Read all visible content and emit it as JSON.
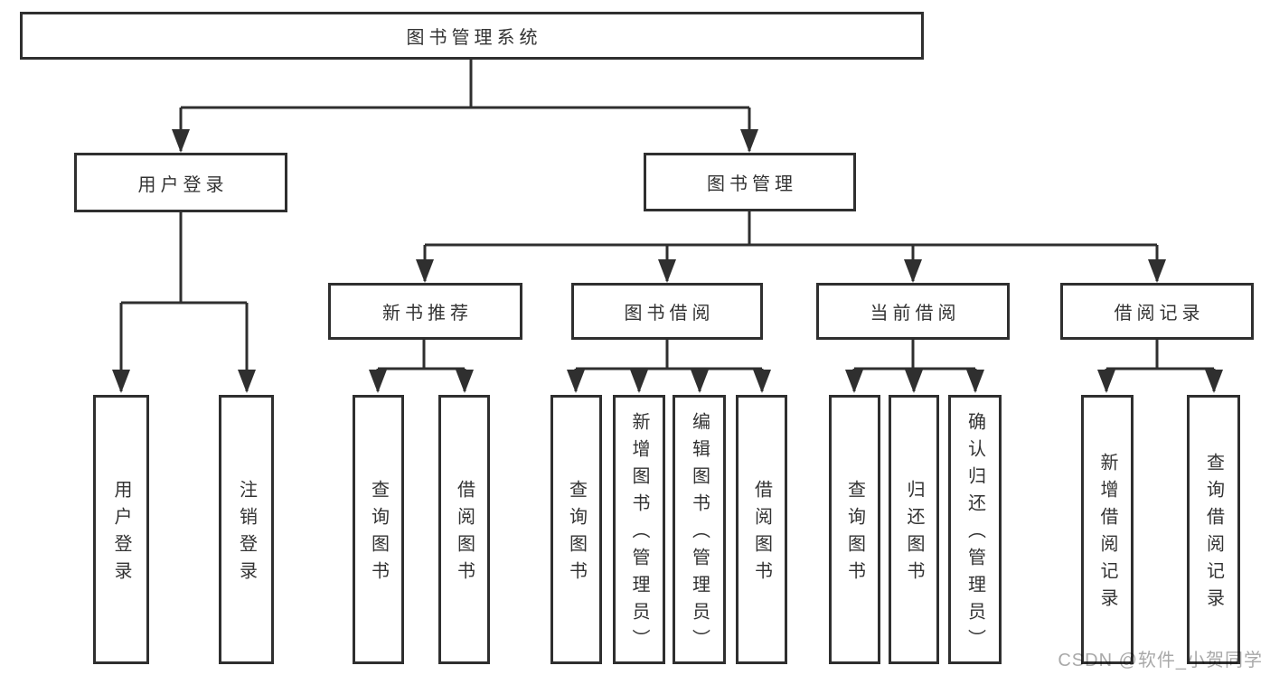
{
  "diagram": {
    "title": "图书管理系统",
    "branches": [
      {
        "label": "用户登录",
        "children": [
          {
            "label": "用户登录"
          },
          {
            "label": "注销登录"
          }
        ]
      },
      {
        "label": "图书管理",
        "children": [
          {
            "label": "新书推荐",
            "children": [
              {
                "label": "查询图书"
              },
              {
                "label": "借阅图书"
              }
            ]
          },
          {
            "label": "图书借阅",
            "children": [
              {
                "label": "查询图书"
              },
              {
                "label": "新增图书（管理员）"
              },
              {
                "label": "编辑图书（管理员）"
              },
              {
                "label": "借阅图书"
              }
            ]
          },
          {
            "label": "当前借阅",
            "children": [
              {
                "label": "查询图书"
              },
              {
                "label": "归还图书"
              },
              {
                "label": "确认归还（管理员）"
              }
            ]
          },
          {
            "label": "借阅记录",
            "children": [
              {
                "label": "新增借阅记录"
              },
              {
                "label": "查询借阅记录"
              }
            ]
          }
        ]
      }
    ]
  },
  "watermark": {
    "text": "CSDN @软件_小贺同学"
  },
  "colors": {
    "line": "#2f2f2f",
    "box_border": "#2f2f2f",
    "text": "#333333",
    "watermark": "#a9a9a9",
    "background": "#ffffff"
  }
}
